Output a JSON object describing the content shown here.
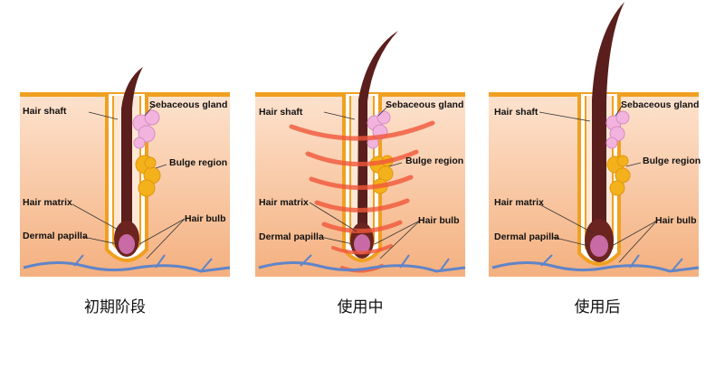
{
  "panels": [
    {
      "caption": "初期阶段",
      "labels": {
        "hair_shaft": "Hair shaft",
        "sebaceous_gland": "Sebaceous gland",
        "bulge_region": "Bulge region",
        "hair_matrix": "Hair matrix",
        "hair_bulb": "Hair bulb",
        "dermal_papilla": "Dermal papilla"
      }
    },
    {
      "caption": "使用中",
      "labels": {
        "hair_shaft": "Hair shaft",
        "sebaceous_gland": "Sebaceous gland",
        "bulge_region": "Bulge region",
        "hair_matrix": "Hair matrix",
        "hair_bulb": "Hair bulb",
        "dermal_papilla": "Dermal papilla"
      }
    },
    {
      "caption": "使用后",
      "labels": {
        "hair_shaft": "Hair shaft",
        "sebaceous_gland": "Sebaceous gland",
        "bulge_region": "Bulge region",
        "hair_matrix": "Hair matrix",
        "hair_bulb": "Hair bulb",
        "dermal_papilla": "Dermal papilla"
      }
    }
  ],
  "colors": {
    "skin_top": "#fbd7bd",
    "skin_bottom": "#f4b486",
    "follicle_outline": "#f0a020",
    "follicle_inner": "#ffffff",
    "hair": "#5a1e1c",
    "sebaceous": "#f2b4de",
    "bulge": "#f3b21b",
    "papilla": "#c86aa6",
    "vessel": "#5f84c9",
    "laser": "#f0563a"
  }
}
